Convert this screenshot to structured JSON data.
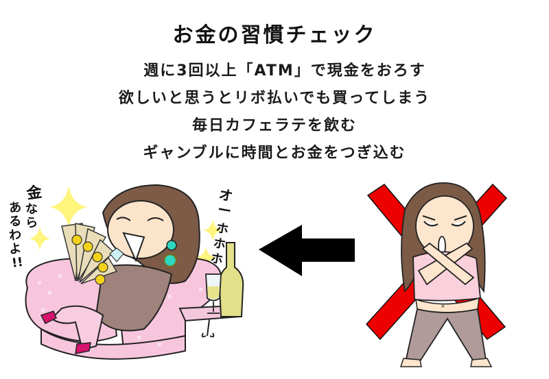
{
  "title": "お金の習慣チェック",
  "habits": [
    "週に3回以上「ATM」で現金をおろす",
    "欲しいと思うとリボ払いでも買ってしまう",
    "毎日カフェラテを飲む",
    "ギャンブルに時間とお金をつぎ込む"
  ],
  "left_illustration": {
    "speech_left": "金ならあるわよ!!",
    "speech_left_lines": [
      "金なら",
      "あるわよ!!"
    ],
    "speech_right": "オーホホホ",
    "speech_right_chars": [
      "オ",
      "ー",
      "ホ",
      "ホ",
      "ホ"
    ],
    "description": "woman lounging on pink sofa fanning money, with champagne"
  },
  "arrow": {
    "direction": "left",
    "color": "#000000"
  },
  "right_illustration": {
    "description": "woman crossing arms in front of red X",
    "x_color": "#ee0000"
  },
  "colors": {
    "sofa_pink": "#f6c4dc",
    "hair_brown": "#7a5a48",
    "skin": "#fbe3c8",
    "dress": "#9b7f7a",
    "pants": "#b19a9a",
    "shirt_pink": "#fbd0dd",
    "sparkle": "#fff37a",
    "wine": "#e6e38a",
    "heel": "#d4146c"
  }
}
